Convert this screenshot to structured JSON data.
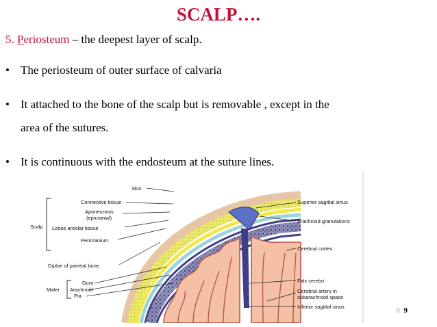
{
  "slide": {
    "title": "SCALP….",
    "subhead": {
      "prefix": "5. ",
      "term_first": "P",
      "term_rest": "eriosteum",
      "description": " – the deepest layer of scalp."
    },
    "bullets": [
      {
        "marker": "•",
        "text": "The periosteum of outer surface of calvaria"
      },
      {
        "marker": "•",
        "line1": "It attached to the bone of the scalp but is removable , except in the",
        "line2": "area of the sutures."
      },
      {
        "marker": "•",
        "text": "It is continuous with the endosteum at the suture lines."
      }
    ],
    "page_number_ghost": "9",
    "page_number": "9"
  },
  "figure": {
    "left_labels": {
      "skin": "Skin",
      "connective_tissue": "Connective tissue",
      "aponeurosis_line1": "Aponeurosis",
      "aponeurosis_line2": "(epicranial)",
      "loose_areolar": "Loose areolar tissue",
      "pericranium": "Pericranium",
      "scalp_group": "Scalp",
      "diploe": "Diploe of parietal bone",
      "dura": "Dura",
      "arachnoid": "Arachnoid",
      "pia": "Pia",
      "mater_group": "Mater"
    },
    "right_labels": {
      "superior_sagittal_sinus": "Superior sagittal sinus",
      "arachnoid_granulations": "Arachnoid granulations",
      "cerebral_cortex": "Cerebral cortex",
      "falx_cerebri": "Falx cerebri",
      "cerebral_artery_line1": "Cerebral artery in",
      "cerebral_artery_line2": "subarachnoid space",
      "inferior_sagittal_sinus": "Inferior sagittal sinus"
    }
  }
}
